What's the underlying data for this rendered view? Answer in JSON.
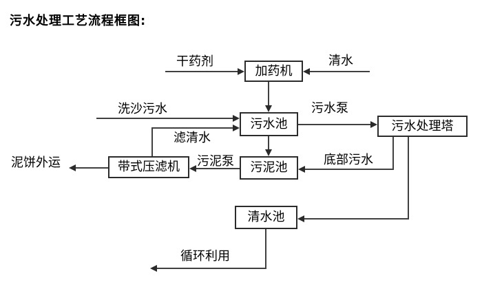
{
  "title": "污水处理工艺流程框图:",
  "colors": {
    "line": "#3f3f3f",
    "ink": "#2b2b2b",
    "text": "#000000",
    "background": "#ffffff"
  },
  "boxes": {
    "dosing_machine": "加药机",
    "sewage_pool": "污水池",
    "treatment_tower": "污水处理塔",
    "belt_filter_press": "带式压滤机",
    "sludge_pool": "污泥池",
    "clean_water_pool": "清水池"
  },
  "flow_labels": {
    "dry_chemical": "干药剂",
    "clean_water": "清水",
    "sand_washing_sewage": "洗沙污水",
    "sewage_pump": "污水泵",
    "filtered_water": "滤清水",
    "bottom_sewage": "底部污水",
    "sludge_pump": "污泥泵",
    "mud_cake_outbound": "泥饼外运",
    "recycling": "循环利用"
  }
}
